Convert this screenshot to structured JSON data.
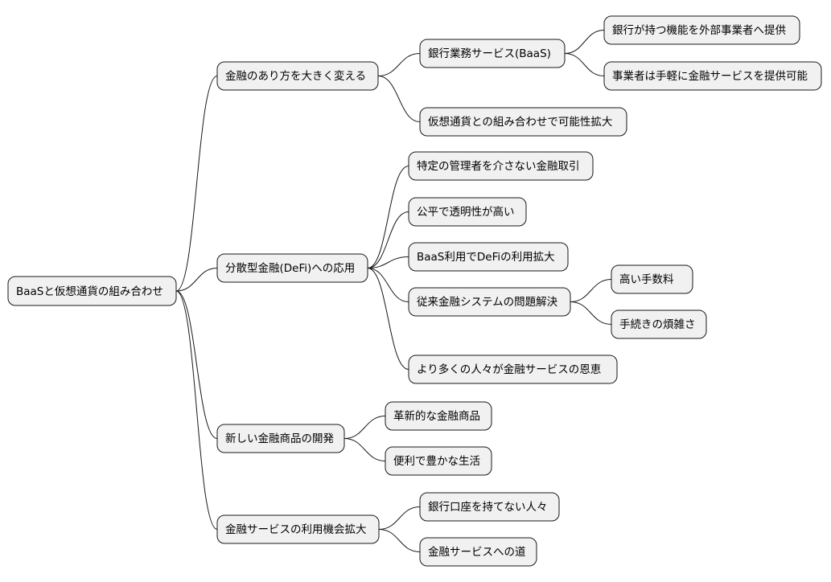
{
  "root": {
    "label": "BaaSと仮想通貨の組み合わせ",
    "children": [
      {
        "label": "金融のあり方を大きく変える",
        "children": [
          {
            "label": "銀行業務サービス(BaaS)",
            "children": [
              {
                "label": "銀行が持つ機能を外部事業者へ提供"
              },
              {
                "label": "事業者は手軽に金融サービスを提供可能"
              }
            ]
          },
          {
            "label": "仮想通貨との組み合わせで可能性拡大"
          }
        ]
      },
      {
        "label": "分散型金融(DeFi)への応用",
        "children": [
          {
            "label": "特定の管理者を介さない金融取引"
          },
          {
            "label": "公平で透明性が高い"
          },
          {
            "label": "BaaS利用でDeFiの利用拡大"
          },
          {
            "label": "従来金融システムの問題解決",
            "children": [
              {
                "label": "高い手数料"
              },
              {
                "label": "手続きの煩雑さ"
              }
            ]
          },
          {
            "label": "より多くの人々が金融サービスの恩恵"
          }
        ]
      },
      {
        "label": "新しい金融商品の開発",
        "children": [
          {
            "label": "革新的な金融商品"
          },
          {
            "label": "便利で豊かな生活"
          }
        ]
      },
      {
        "label": "金融サービスの利用機会拡大",
        "children": [
          {
            "label": "銀行口座を持てない人々"
          },
          {
            "label": "金融サービスへの道"
          }
        ]
      }
    ]
  }
}
